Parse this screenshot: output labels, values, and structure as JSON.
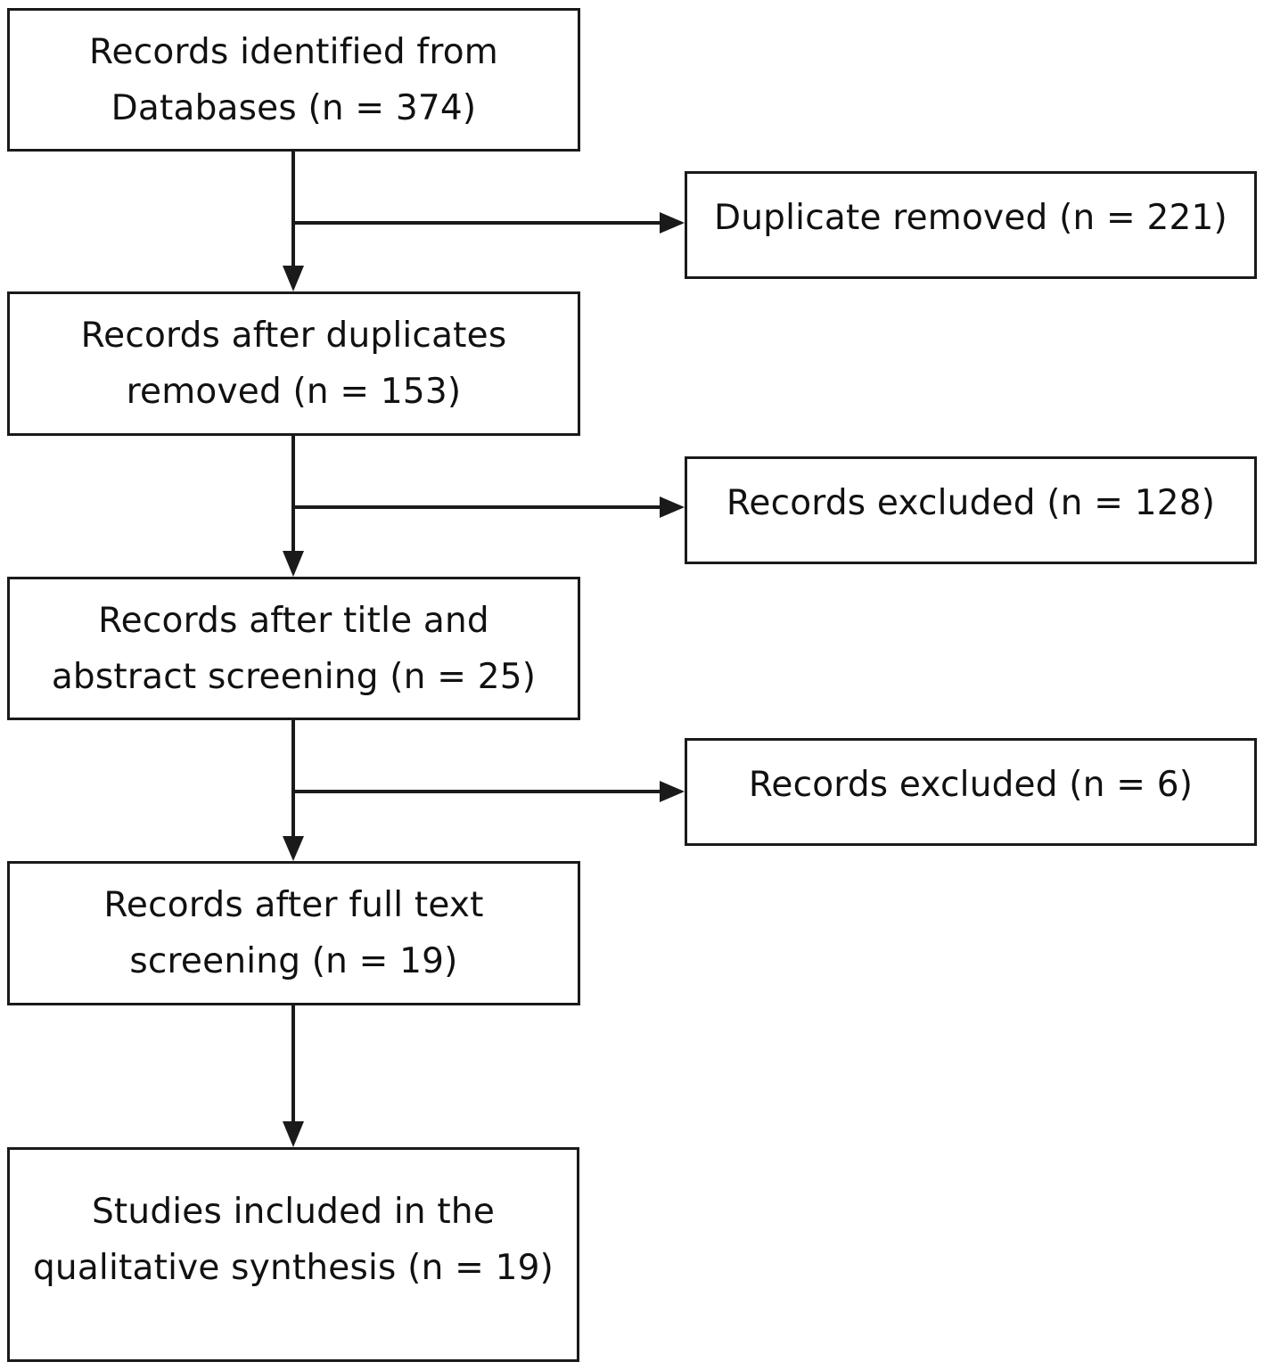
{
  "boxes": {
    "identified": {
      "lines": [
        "Records identified from",
        "Databases (n = 374)"
      ]
    },
    "after_duplicates": {
      "lines": [
        "Records after duplicates",
        "removed (n = 153)"
      ]
    },
    "after_title_abstract": {
      "lines": [
        "Records after title and",
        "abstract screening (n = 25)"
      ]
    },
    "after_full_text": {
      "lines": [
        "Records after full text",
        "screening (n = 19)"
      ]
    },
    "included": {
      "lines": [
        "Studies included in the",
        "qualitative synthesis (n = 19)"
      ]
    }
  },
  "side_boxes": {
    "duplicates_removed": {
      "label": "Duplicate removed (n = 221)"
    },
    "excluded_screening": {
      "label": "Records excluded (n = 128)"
    },
    "excluded_full_text": {
      "label": "Records excluded (n = 6)"
    }
  },
  "counts": {
    "identified": 374,
    "duplicates_removed": 221,
    "after_duplicates": 153,
    "excluded_screening": 128,
    "after_title_abstract": 25,
    "excluded_full_text": 6,
    "after_full_text": 19,
    "included": 19
  },
  "colors": {
    "stroke": "#1a1a1a",
    "background": "#ffffff"
  }
}
